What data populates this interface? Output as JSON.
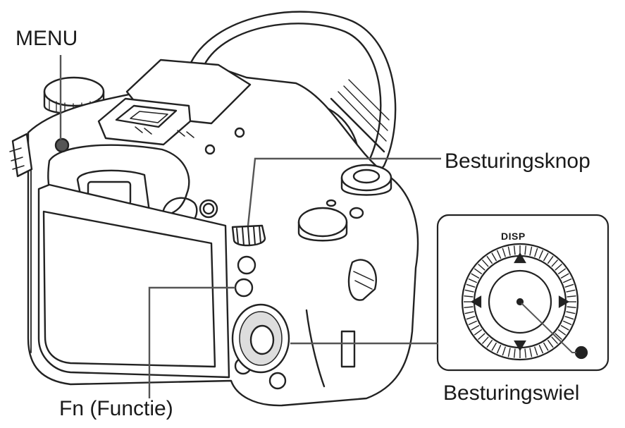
{
  "labels": {
    "menu": "MENU",
    "control_knob": "Besturingsknop",
    "fn": "Fn (Functie)",
    "control_wheel": "Besturingswiel",
    "disp": "DISP"
  },
  "icons": [
    "camera-illustration",
    "control-wheel-inset",
    "center-dot-icon",
    "arrow-up-icon",
    "arrow-down-icon",
    "arrow-left-icon",
    "arrow-right-icon"
  ],
  "colors": {
    "ink": "#1a1a1a",
    "background": "#ffffff",
    "callout_line": "#555555"
  }
}
